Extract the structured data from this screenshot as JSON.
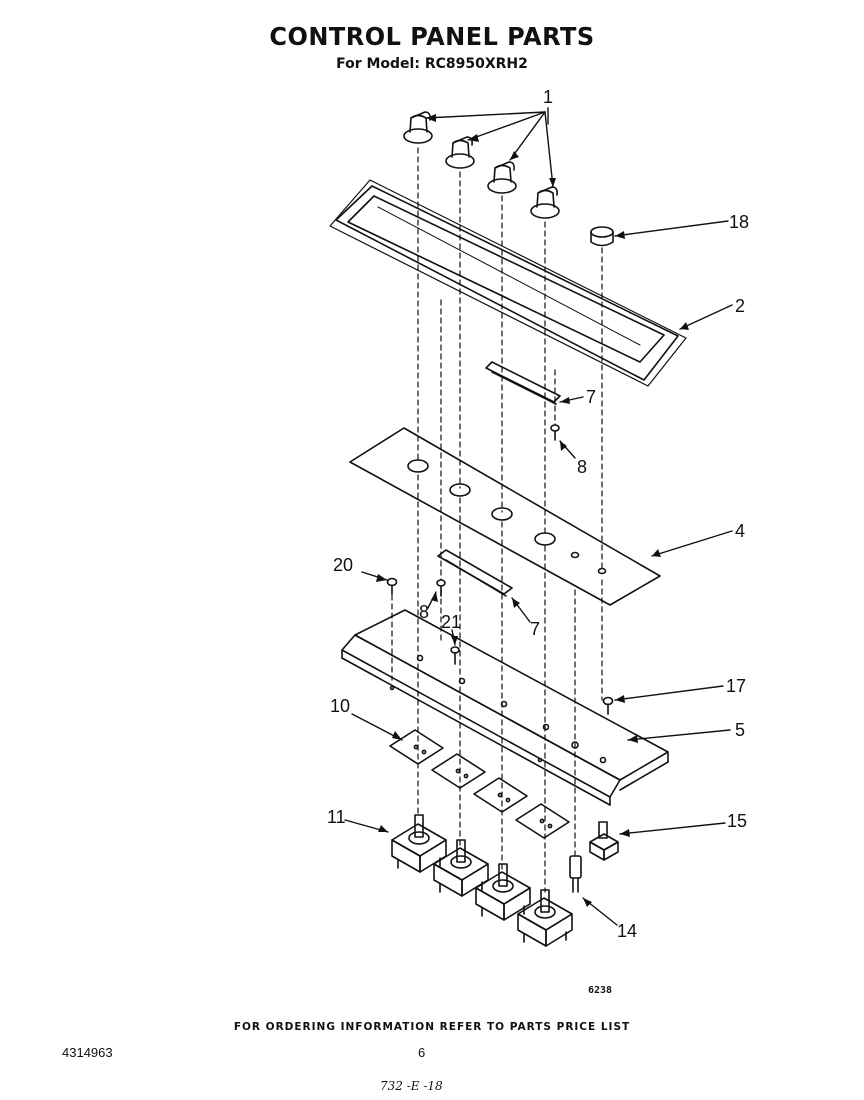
{
  "title": "CONTROL PANEL PARTS",
  "subtitle": "For Model: RC8950XRH2",
  "callouts": {
    "c1": "1",
    "c18": "18",
    "c2": "2",
    "c7a": "7",
    "c8a": "8",
    "c4": "4",
    "c20": "20",
    "c8b": "8",
    "c21": "21",
    "c7b": "7",
    "c17": "17",
    "c10": "10",
    "c5": "5",
    "c11": "11",
    "c15": "15",
    "c14": "14"
  },
  "figure_number": "6238",
  "footer_note": "FOR ORDERING INFORMATION REFER TO PARTS PRICE LIST",
  "document_number": "4314963",
  "page_number": "6",
  "handwritten_code": "732 -E -18"
}
